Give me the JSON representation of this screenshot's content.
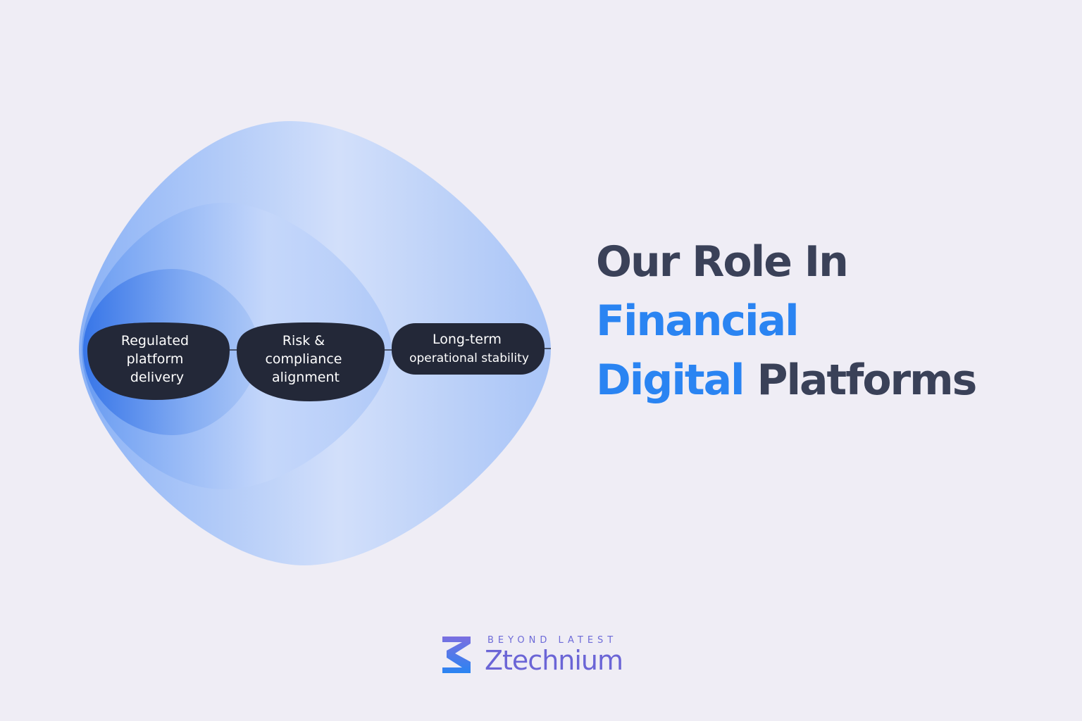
{
  "title": {
    "line1": "Our Role In",
    "line2_accent": "Financial",
    "line3_accent": "Digital",
    "line3_rest": " Platforms"
  },
  "diagram": {
    "nodes": [
      {
        "lines": [
          "Regulated",
          "platform",
          "delivery"
        ]
      },
      {
        "lines": [
          "Risk &",
          "compliance",
          "alignment"
        ]
      },
      {
        "lines": [
          "Long-term",
          "operational stability"
        ]
      }
    ]
  },
  "logo": {
    "tagline": "BEYOND LATEST",
    "name": "Ztechnium"
  },
  "colors": {
    "background": "#efedf5",
    "accent": "#2a84f2",
    "title_dark": "#3a4158",
    "pill_dark": "#232838",
    "logo_purple": "#6b65d6"
  }
}
